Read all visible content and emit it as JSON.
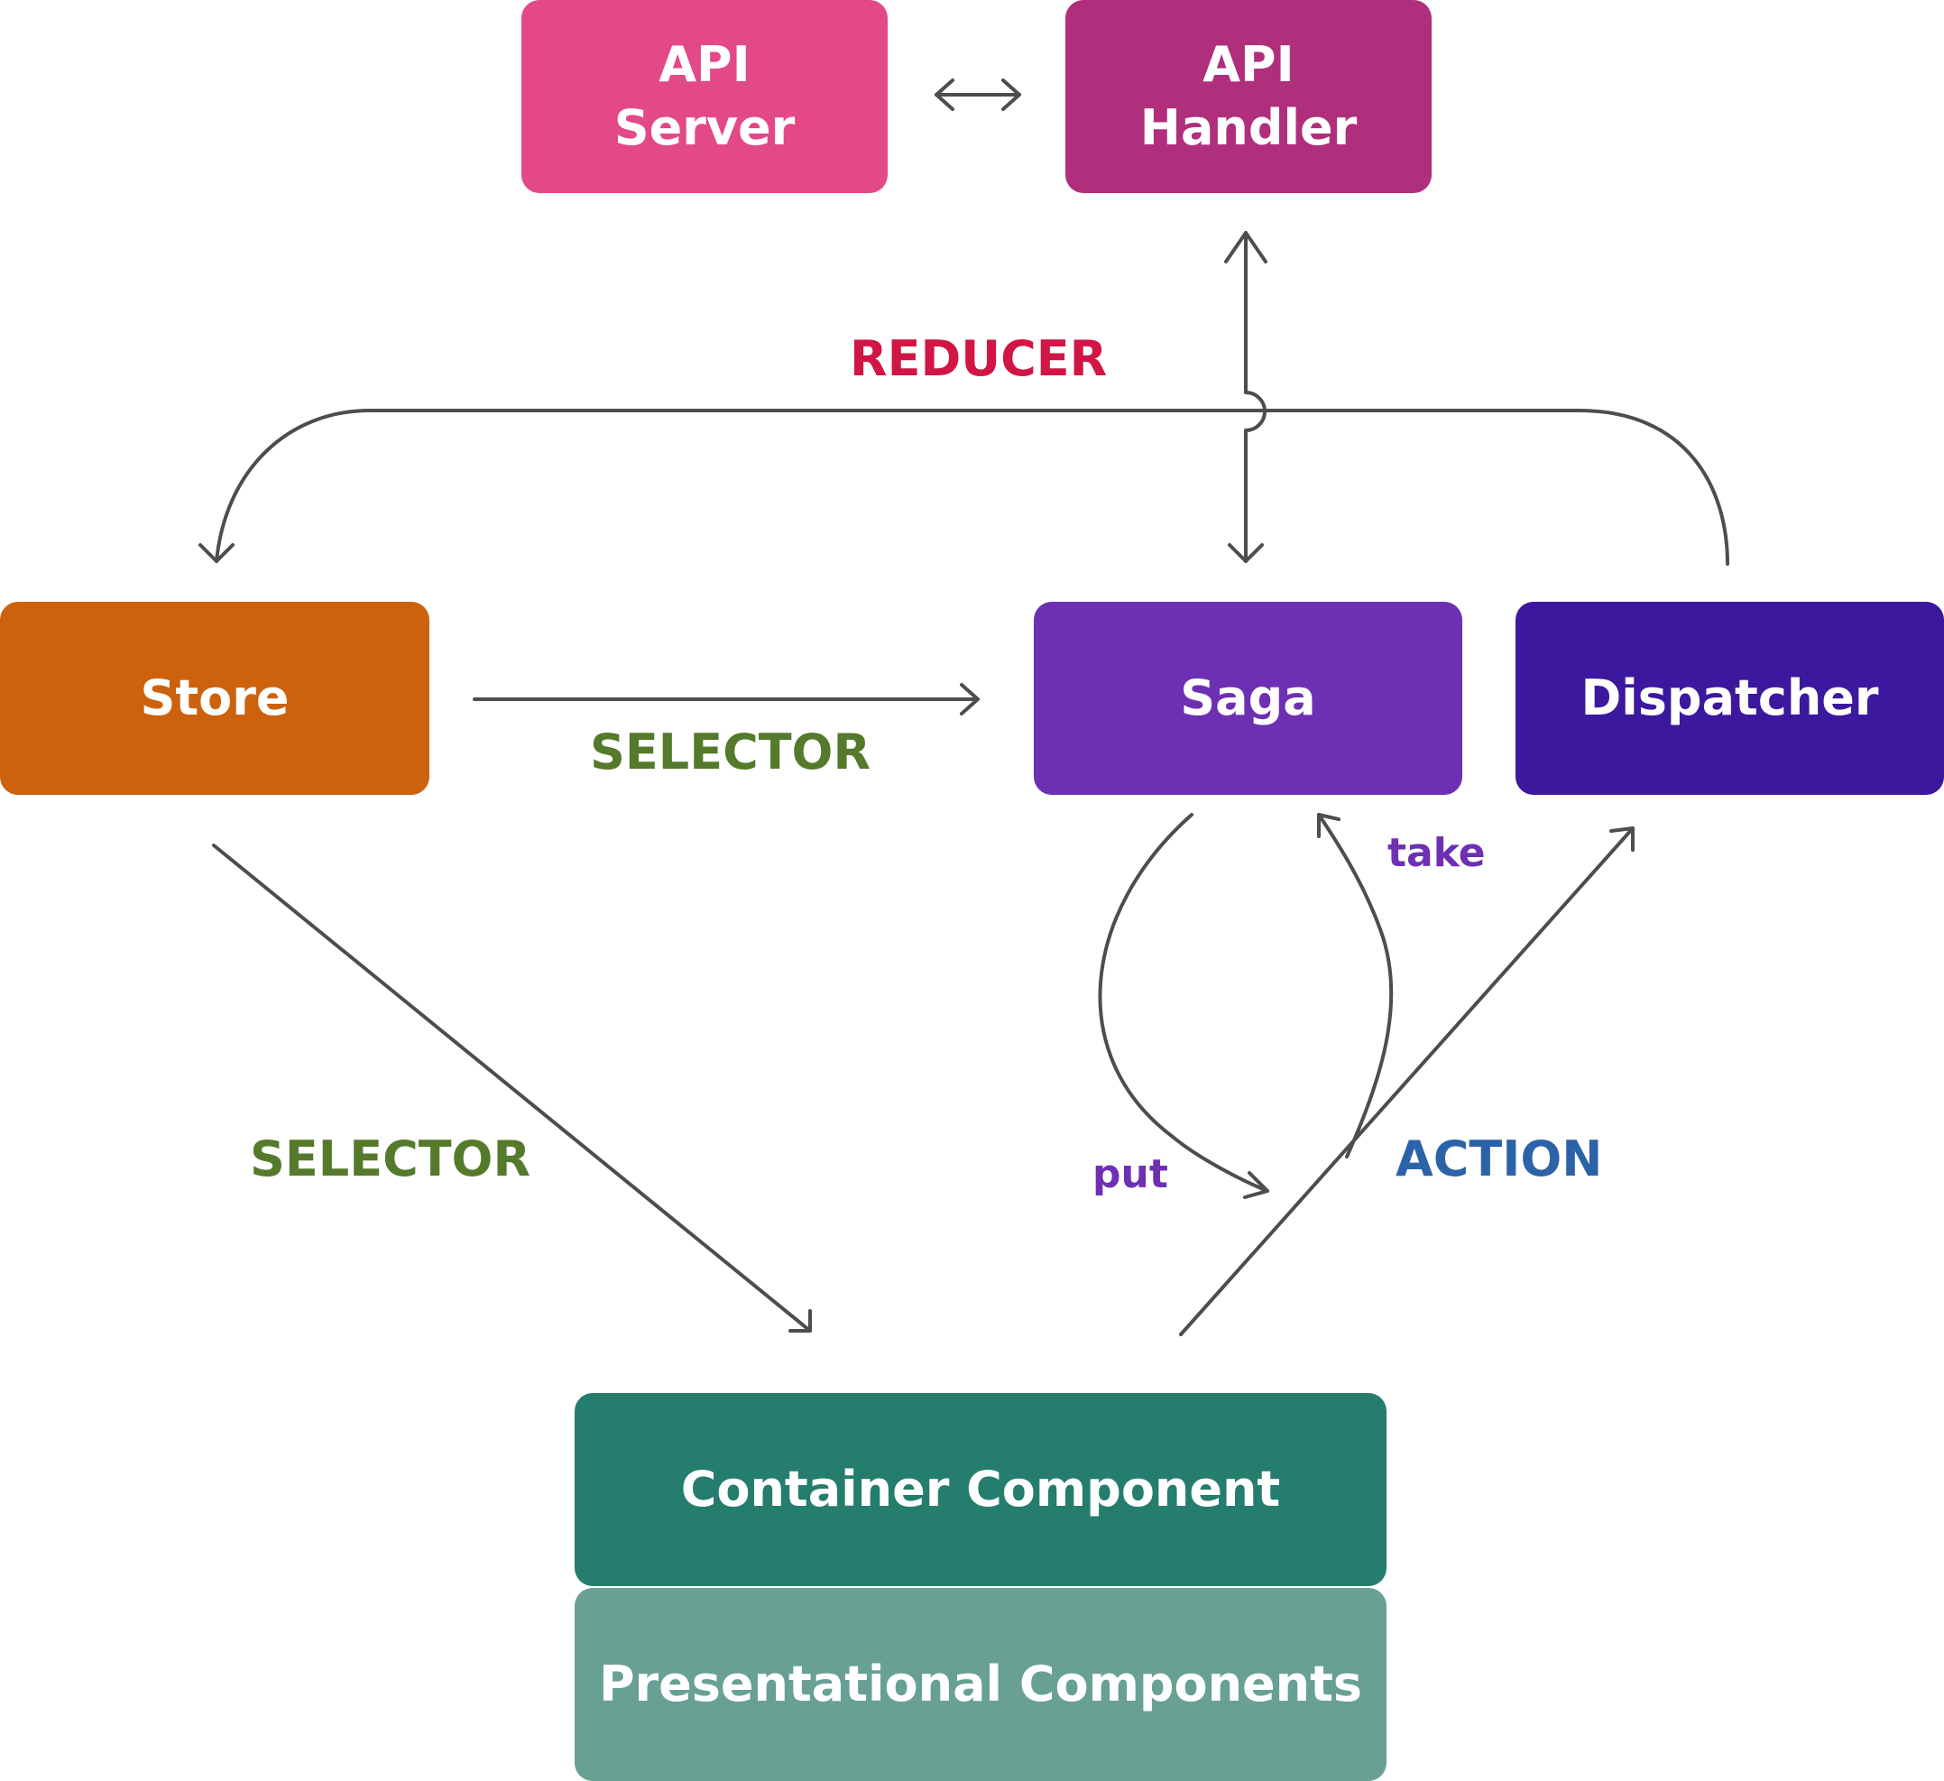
{
  "colors": {
    "api_server": "#e34887",
    "api_handler": "#b02f7c",
    "store": "#cc620e",
    "saga": "#6d30b3",
    "dispatcher": "#3b189e",
    "container": "#247d6d",
    "presentational": "#68a094",
    "reducer": "#d11545",
    "selector": "#557a2b",
    "action": "#2c63a8",
    "effect": "#6d30b3",
    "edge": "#4d4d4d"
  },
  "nodes": {
    "api_server": "API\nServer",
    "api_handler": "API\nHandler",
    "store": "Store",
    "saga": "Saga",
    "dispatcher": "Dispatcher",
    "container": "Container Component",
    "presentational": "Presentational Components"
  },
  "labels": {
    "reducer": "REDUCER",
    "selector_top": "SELECTOR",
    "selector_bottom": "SELECTOR",
    "action": "ACTION",
    "take": "take",
    "put": "put"
  }
}
